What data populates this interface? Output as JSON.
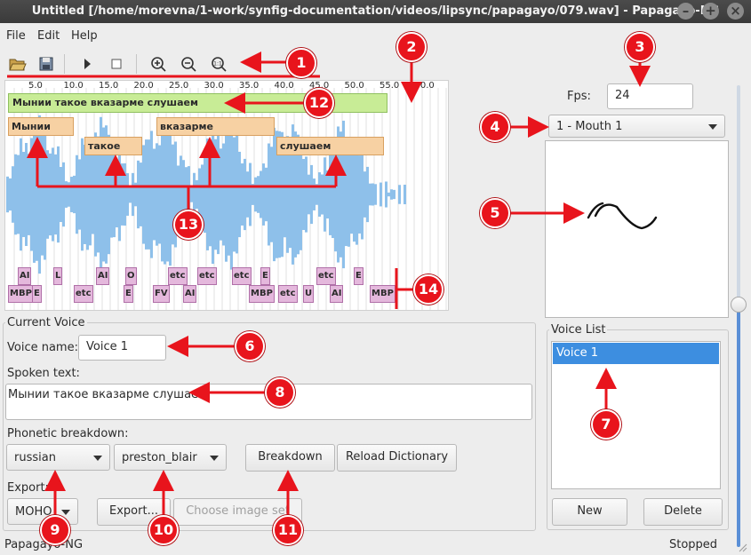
{
  "window": {
    "title": "Untitled [/home/morevna/1-work/synfig-documentation/videos/lipsync/papagayo/079.wav] - Papagayo-NG",
    "controls": [
      "minimize-icon",
      "maximize-icon",
      "close-icon"
    ]
  },
  "menu": {
    "file": "File",
    "edit": "Edit",
    "help": "Help"
  },
  "toolbar": {
    "buttons": [
      "open-icon",
      "save-icon",
      "play-icon",
      "stop-icon",
      "zoom-in-icon",
      "zoom-out-icon",
      "zoom-reset-icon"
    ]
  },
  "waveform": {
    "ruler_ticks": [
      "5.0",
      "10.0",
      "15.0",
      "20.0",
      "25.0",
      "30.0",
      "35.0",
      "40.0",
      "45.0",
      "50.0",
      "55.0",
      "60.0"
    ],
    "phrase": "Мынии такое вказарме слушаем",
    "words": [
      "Мынии",
      "такое",
      "вказарме",
      "слушаем"
    ],
    "phonemes_row1": [
      "AI",
      "L",
      "AI",
      "O",
      "etc",
      "etc",
      "etc",
      "E",
      "etc",
      "E"
    ],
    "phonemes_row2": [
      "MBP",
      "E",
      "etc",
      "E",
      "FV",
      "AI",
      "MBP",
      "etc",
      "U",
      "AI",
      "MBP"
    ],
    "colors": {
      "phrase": "#c8ec96",
      "word": "#f7d1a3",
      "phoneme": "#e4b8dc",
      "wave": "#8ec0ea"
    }
  },
  "fps": {
    "label": "Fps:",
    "value": "24"
  },
  "mouth": {
    "selected": "1 - Mouth 1"
  },
  "current_voice": {
    "group_title": "Current Voice",
    "name_label": "Voice name:",
    "name_value": "Voice 1",
    "spoken_label": "Spoken text:",
    "spoken_value": "Мынии такое вказарме слушаем",
    "phonetic_label": "Phonetic breakdown:",
    "language": "russian",
    "phoneme_set": "preston_blair",
    "breakdown_button": "Breakdown",
    "reload_button": "Reload Dictionary",
    "export_label": "Export:",
    "export_format": "MOHO",
    "export_button": "Export...",
    "choose_image_button": "Choose image set"
  },
  "voice_list": {
    "group_title": "Voice List",
    "items": [
      "Voice 1"
    ],
    "new_button": "New",
    "delete_button": "Delete"
  },
  "status": {
    "app": "Papagayo-NG",
    "state": "Stopped"
  },
  "annotations": {
    "markers": [
      "1",
      "2",
      "3",
      "4",
      "5",
      "6",
      "7",
      "8",
      "9",
      "10",
      "11",
      "12",
      "13",
      "14"
    ],
    "color": "#e8141c"
  }
}
